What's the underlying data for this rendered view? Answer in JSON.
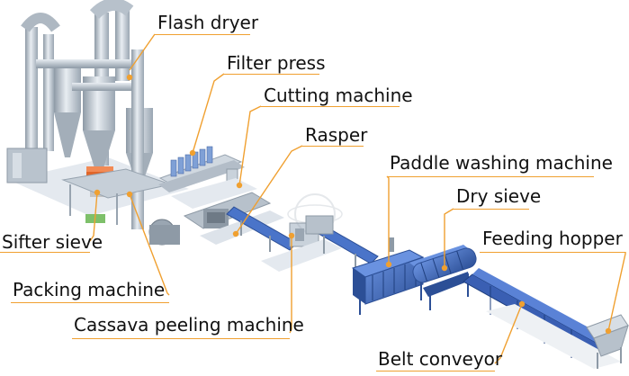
{
  "diagram": {
    "labels": {
      "flash_dryer": "Flash dryer",
      "filter_press": "Filter press",
      "cutting_machine": "Cutting machine",
      "rasper": "Rasper",
      "paddle_washing_machine": "Paddle washing machine",
      "dry_sieve": "Dry sieve",
      "feeding_hopper": "Feeding hopper",
      "sifter_sieve": "Sifter sieve",
      "packing_machine": "Packing machine",
      "cassava_peeling_machine": "Cassava peeling machine",
      "belt_conveyor": "Belt conveyor"
    },
    "colors": {
      "leader_line": "#f0a030",
      "label_text": "#111111",
      "machine_steel": "#c9d2db",
      "machine_steel_dark": "#8e9aa6",
      "machine_blue": "#4a74c9",
      "machine_blue_dark": "#2c4f96",
      "accent_orange": "#e0662a",
      "floor_shadow": "#dde3ea"
    }
  }
}
